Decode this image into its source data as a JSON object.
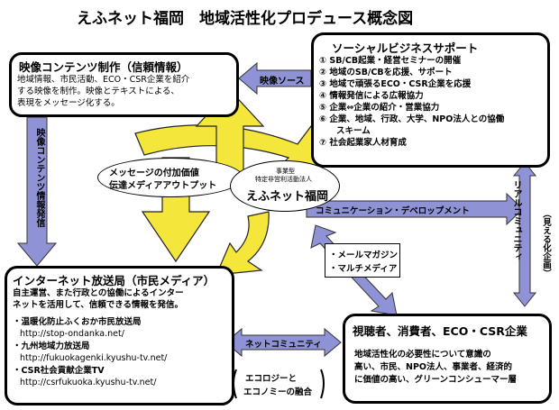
{
  "title": "えふネット福岡　地域活性化プロデュース概念図",
  "video_box": {
    "heading": "映像コンテンツ制作（信頼情報）",
    "lines": [
      "地域情報、市民活動、ECO・CSR企業を紹介",
      "する映像を制作。映像とテキストによる、",
      "表現をメッセージ化する。"
    ]
  },
  "support_box": {
    "heading": "ソーシャルビジネスサポート",
    "items": [
      "① SB/CB起業・経営セミナーの開催",
      "② 地域のSB/CBを応援、サポート",
      "③ 地域で頑張るECO・CSR企業を応援",
      "④ 情報発信による広報協力",
      "⑤ 企業⇔企業の紹介・営業協力",
      "⑥ 企業、地域、行政、大学、NPO法人との協働",
      "　　スキーム",
      "⑦ 社会起業家人材育成"
    ]
  },
  "arrow_labels": {
    "video_source": "映像ソース",
    "video_content": "映像コンテンツ情報発信",
    "message_value_1": "メッセージの付加価値",
    "message_value_2": "伝達メディアアウトプット",
    "communication": "コミュニケーション・デベロップメント",
    "real_community": "リアルコミュニティ",
    "visible": "（見える化企画）",
    "mail_1": "・メールマガジン",
    "mail_2": "・マルチメディア",
    "net_community": "ネットコミュニティ",
    "ecology_1": "エコロジーと",
    "ecology_2": "エコノミーの融合"
  },
  "center": {
    "sub1": "事業型",
    "sub2": "特定非営利活動法人",
    "name": "えふネット福岡"
  },
  "broadcast_box": {
    "heading": "インターネット放送局（市民メディア）",
    "lines": [
      "自主運営、また行政との協働によるインター",
      "ネットを活用して、信頼できる情報を発信。"
    ],
    "stations": [
      {
        "name": "・温暖化防止ふくおか市民放送局",
        "url": "http://stop-ondanka.net/"
      },
      {
        "name": "・九州地域力放送局",
        "url": "http://fukuokagenki.kyushu-tv.net/"
      },
      {
        "name": "・CSR社会貢献企業TV",
        "url": "http://csrfukuoka.kyushu-tv.net/"
      }
    ]
  },
  "viewer_box": {
    "heading": "視聴者、消費者、ECO・CSR企業",
    "lines": [
      "地域活性化の必要性について意識の",
      "高い、市民、NPO法人、事業者、経済的",
      "に価値の高い、グリーンコンシューマー層"
    ]
  },
  "colors": {
    "yellow": "#f4e63a",
    "blue": "#8f93d6",
    "blue_dark": "#5a5fb0"
  }
}
